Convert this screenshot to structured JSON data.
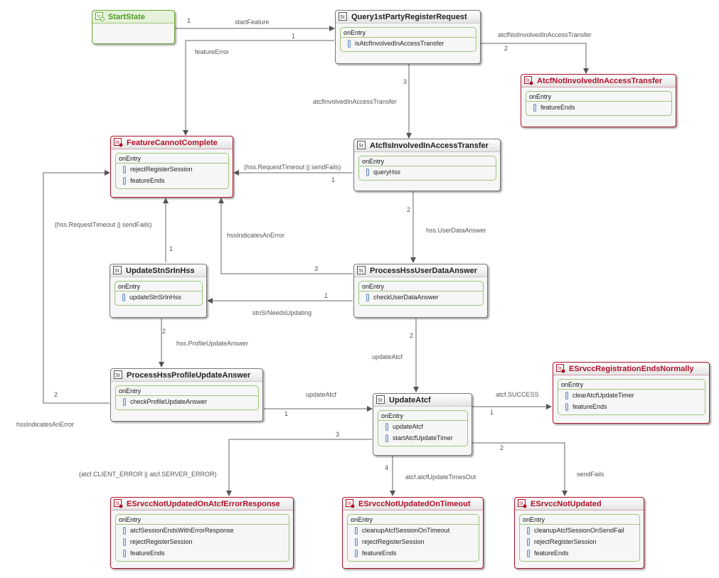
{
  "states": [
    {
      "id": "StartState",
      "title": "StartState",
      "kind": "initial",
      "actions": []
    },
    {
      "id": "Query1st",
      "title": "Query1stPartyRegisterRequest",
      "kind": "normal",
      "entry_label": "onEntry",
      "actions": [
        "isAtcfInvolvedInAccessTransfer"
      ]
    },
    {
      "id": "NotInvolved",
      "title": "AtcfNotInvolvedInAccessTransfer",
      "kind": "final",
      "entry_label": "onEntry",
      "actions": [
        "featureEnds"
      ]
    },
    {
      "id": "FeatureCannotComplete",
      "title": "FeatureCannotComplete",
      "kind": "final",
      "entry_label": "onEntry",
      "actions": [
        "rejectRegisterSession",
        "featureEnds"
      ]
    },
    {
      "id": "AtcfIsInvolved",
      "title": "AtcfIsInvolvedInAccessTransfer",
      "kind": "normal",
      "entry_label": "onEntry",
      "actions": [
        "queryHss"
      ]
    },
    {
      "id": "UpdateStnSrInHss",
      "title": "UpdateStnSrInHss",
      "kind": "normal",
      "entry_label": "onEntry",
      "actions": [
        "updateStnSrInHss"
      ]
    },
    {
      "id": "ProcessHssUserDataAnswer",
      "title": "ProcessHssUserDataAnswer",
      "kind": "normal",
      "entry_label": "onEntry",
      "actions": [
        "checkUserDataAnswer"
      ]
    },
    {
      "id": "ProcessHssProfileUpdateAnswer",
      "title": "ProcessHssProfileUpdateAnswer",
      "kind": "normal",
      "entry_label": "onEntry",
      "actions": [
        "checkProfileUpdateAnswer"
      ]
    },
    {
      "id": "UpdateAtcf",
      "title": "UpdateAtcf",
      "kind": "normal",
      "entry_label": "onEntry",
      "actions": [
        "updateAtcf",
        "startAtcfUpdateTimer"
      ]
    },
    {
      "id": "EndsNormally",
      "title": "ESrvccRegistrationEndsNormally",
      "kind": "final",
      "entry_label": "onEntry",
      "actions": [
        "clearAtcfUpdateTimer",
        "featureEnds"
      ]
    },
    {
      "id": "NotUpdatedOnError",
      "title": "ESrvccNotUpdatedOnAtcfErrorResponse",
      "kind": "final",
      "entry_label": "onEntry",
      "actions": [
        "atcfSessionEndsWithErrorResponse",
        "rejectRegisterSession",
        "featureEnds"
      ]
    },
    {
      "id": "NotUpdatedOnTimeout",
      "title": "ESrvccNotUpdatedOnTimeout",
      "kind": "final",
      "entry_label": "onEntry",
      "actions": [
        "cleanupAtcfSessionOnTimeout",
        "rejectRegisterSession",
        "featureEnds"
      ]
    },
    {
      "id": "NotUpdated",
      "title": "ESrvccNotUpdated",
      "kind": "final",
      "entry_label": "onEntry",
      "actions": [
        "cleanupAtcfSessionOnSendFail",
        "rejectRegisterSession",
        "featureEnds"
      ]
    }
  ],
  "transitions": [
    {
      "from": "StartState",
      "to": "Query1st",
      "label": "startFeature",
      "priority": "1"
    },
    {
      "from": "Query1st",
      "to": "FeatureCannotComplete",
      "label": "featureError",
      "priority": "1"
    },
    {
      "from": "Query1st",
      "to": "NotInvolved",
      "label": "atcfNotInvolvedInAccessTransfer",
      "priority": "2"
    },
    {
      "from": "Query1st",
      "to": "AtcfIsInvolved",
      "label": "atcfInvolvedInAccessTransfer",
      "priority": "3"
    },
    {
      "from": "AtcfIsInvolved",
      "to": "FeatureCannotComplete",
      "label": "(hss.RequestTimeout || sendFails)",
      "priority": "1"
    },
    {
      "from": "AtcfIsInvolved",
      "to": "ProcessHssUserDataAnswer",
      "label": "hss.UserDataAnswer",
      "priority": "2"
    },
    {
      "from": "ProcessHssUserDataAnswer",
      "to": "FeatureCannotComplete",
      "label": "hssIndicatesAnError",
      "priority": "3"
    },
    {
      "from": "ProcessHssUserDataAnswer",
      "to": "UpdateStnSrInHss",
      "label": "stnSrNeedsUpdating",
      "priority": "1"
    },
    {
      "from": "ProcessHssUserDataAnswer",
      "to": "UpdateAtcf",
      "label": "updateAtcf",
      "priority": "2"
    },
    {
      "from": "UpdateStnSrInHss",
      "to": "FeatureCannotComplete",
      "label": "(hss.RequestTimeout || sendFails)",
      "priority": "1"
    },
    {
      "from": "UpdateStnSrInHss",
      "to": "ProcessHssProfileUpdateAnswer",
      "label": "hss.ProfileUpdateAnswer",
      "priority": "2"
    },
    {
      "from": "ProcessHssProfileUpdateAnswer",
      "to": "FeatureCannotComplete",
      "label": "hssIndicatesAnError",
      "priority": "2"
    },
    {
      "from": "ProcessHssProfileUpdateAnswer",
      "to": "UpdateAtcf",
      "label": "updateAtcf",
      "priority": "1"
    },
    {
      "from": "UpdateAtcf",
      "to": "EndsNormally",
      "label": "atcf.SUCCESS",
      "priority": "1"
    },
    {
      "from": "UpdateAtcf",
      "to": "NotUpdatedOnError",
      "label": "(atcf.CLIENT_ERROR || atcf.SERVER_ERROR)",
      "priority": "3"
    },
    {
      "from": "UpdateAtcf",
      "to": "NotUpdatedOnTimeout",
      "label": "atcf.atcfUpdateTimesOut",
      "priority": "4"
    },
    {
      "from": "UpdateAtcf",
      "to": "NotUpdated",
      "label": "sendFails",
      "priority": "2"
    }
  ]
}
